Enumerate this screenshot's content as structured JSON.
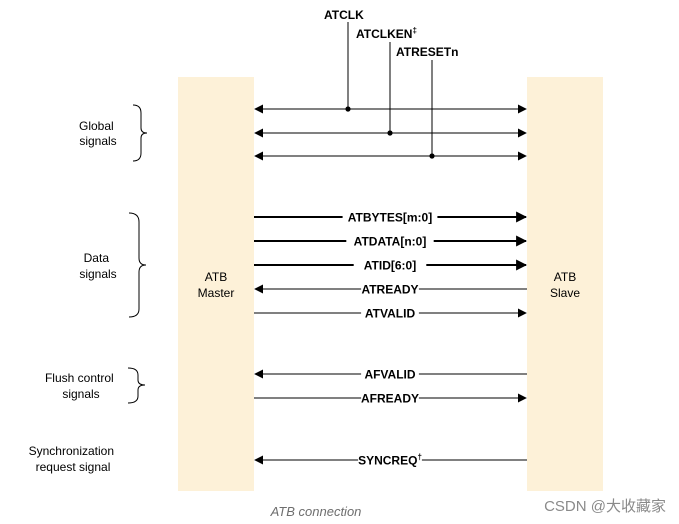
{
  "top_signals": [
    {
      "name": "ATCLK",
      "sup": ""
    },
    {
      "name": "ATCLKEN",
      "sup": "‡"
    },
    {
      "name": "ATRESETn",
      "sup": ""
    }
  ],
  "groups": [
    {
      "lines": [
        "Global",
        "signals"
      ]
    },
    {
      "lines": [
        "Data",
        "signals"
      ]
    },
    {
      "lines": [
        "Flush control",
        "signals"
      ]
    },
    {
      "lines": [
        "Synchronization",
        "request signal"
      ]
    }
  ],
  "master": {
    "line1": "ATB",
    "line2": "Master"
  },
  "slave": {
    "line1": "ATB",
    "line2": "Slave"
  },
  "signals": [
    {
      "name": "ATBYTES[m:0]",
      "sup": "",
      "dir": "right",
      "bold": true
    },
    {
      "name": "ATDATA[n:0]",
      "sup": "",
      "dir": "right",
      "bold": true
    },
    {
      "name": "ATID[6:0]",
      "sup": "",
      "dir": "right",
      "bold": true
    },
    {
      "name": "ATREADY",
      "sup": "",
      "dir": "left",
      "bold": false
    },
    {
      "name": "ATVALID",
      "sup": "",
      "dir": "right",
      "bold": false
    },
    {
      "name": "AFVALID",
      "sup": "",
      "dir": "left",
      "bold": false
    },
    {
      "name": "AFREADY",
      "sup": "",
      "dir": "right",
      "bold": false
    },
    {
      "name": "SYNCREQ",
      "sup": "†",
      "dir": "left",
      "bold": false
    }
  ],
  "colors": {
    "box_fill": "#fdf1d8",
    "line": "#000000",
    "caption": "#6e6e6e",
    "watermark": "#8a8a8a"
  },
  "caption": "ATB connection",
  "watermark": "CSDN @大收藏家"
}
